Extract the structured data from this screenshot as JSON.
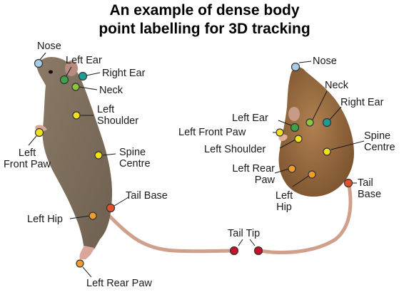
{
  "title": [
    "An example of dense body",
    "point labelling for 3D tracking"
  ],
  "colors": {
    "nose": "#a8cde6",
    "ear_left": "#3ea24a",
    "ear_right": "#1e9c97",
    "neck": "#8cc63f",
    "front": "#f2e01e",
    "rear": "#f39c2c",
    "tail_base": "#e0502a",
    "tail_tip": "#c4122b"
  },
  "left_mouse": {
    "nose": "Nose",
    "left_ear": "Left Ear",
    "right_ear": "Right Ear",
    "neck": "Neck",
    "left_shoulder": [
      "Left",
      "Shoulder"
    ],
    "left_front_paw": [
      "Left",
      "Front Paw"
    ],
    "spine_centre": [
      "Spine",
      "Centre"
    ],
    "tail_base": "Tail Base",
    "left_hip": "Left Hip",
    "left_rear_paw": "Left Rear Paw"
  },
  "shared": {
    "tail_tip": "Tail Tip"
  },
  "right_mouse": {
    "nose": "Nose",
    "neck": "Neck",
    "right_ear": "Right Ear",
    "left_ear": "Left Ear",
    "left_front_paw": "Left Front Paw",
    "left_shoulder": "Left Shoulder",
    "spine_centre": [
      "Spine",
      "Centre"
    ],
    "left_rear_paw": [
      "Left Rear",
      "Paw"
    ],
    "left_hip": [
      "Left",
      "Hip"
    ],
    "tail_base": [
      "Tail",
      "Base"
    ]
  }
}
